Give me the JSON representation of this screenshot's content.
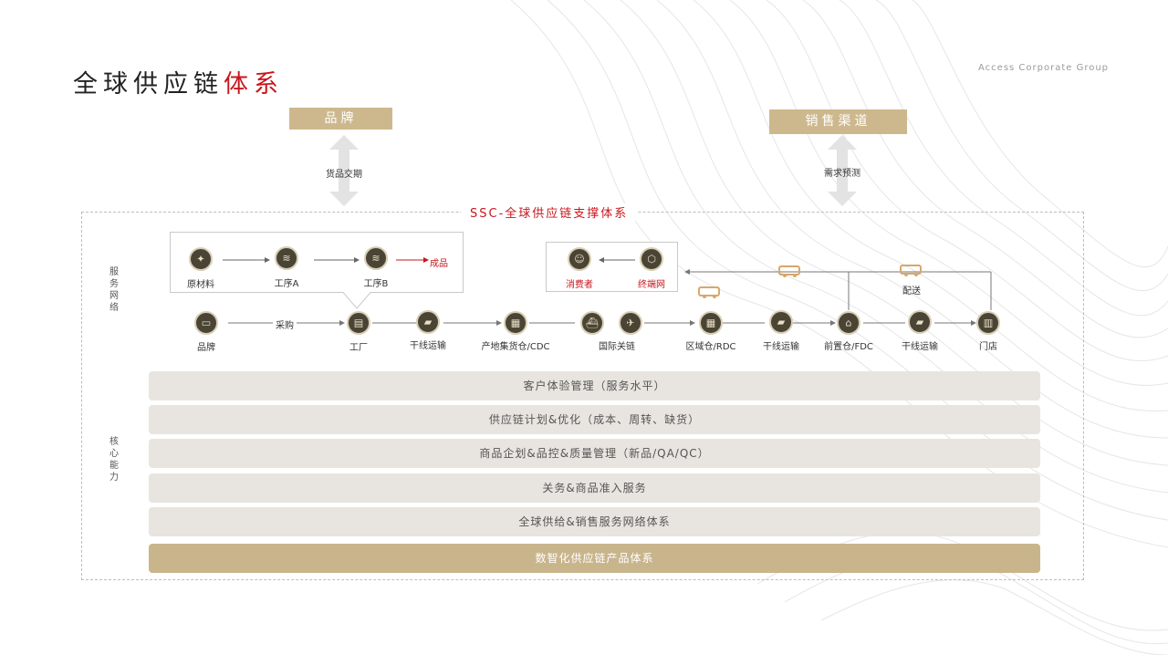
{
  "header": {
    "title_main": "全球供应链",
    "title_accent": "体系",
    "corp": "Access Corporate Group"
  },
  "top": {
    "brand_label": "品牌",
    "brand_note": "货品交期",
    "sales_label": "销售渠道",
    "sales_note": "需求预测"
  },
  "frame": {
    "title_prefix": "SSC",
    "title_rest": "-全球供应链支撑体系",
    "side_service": "服务网络",
    "side_core": "核心能力"
  },
  "factory_process": [
    {
      "label": "原材料"
    },
    {
      "label": "工序A"
    },
    {
      "label": "工序B"
    }
  ],
  "factory_output": "成品",
  "consumer_process": [
    {
      "label": "消费者"
    },
    {
      "label": "终端网"
    }
  ],
  "main_flow": [
    {
      "label": "品牌"
    },
    {
      "label": "工厂"
    },
    {
      "label": "干线运输"
    },
    {
      "label": "产地集货仓/CDC"
    },
    {
      "label": "国际关链"
    },
    {
      "label": "区域仓/RDC"
    },
    {
      "label": "干线运输"
    },
    {
      "label": "前置仓/FDC"
    },
    {
      "label": "干线运输"
    },
    {
      "label": "门店"
    }
  ],
  "flow_notes": {
    "purchase": "采购",
    "delivery": "配送"
  },
  "capabilities": [
    "客户体验管理（服务水平）",
    "供应链计划&优化（成本、周转、缺货）",
    "商品企划&品控&质量管理（新品/QA/QC）",
    "关务&商品准入服务",
    "全球供给&销售服务网络体系"
  ],
  "capability_highlight": "数智化供应链产品体系",
  "colors": {
    "accent_red": "#c8161d",
    "gold": "#c9b58c",
    "node_dark": "#4a4434",
    "bar_bg": "#e8e5e0"
  }
}
